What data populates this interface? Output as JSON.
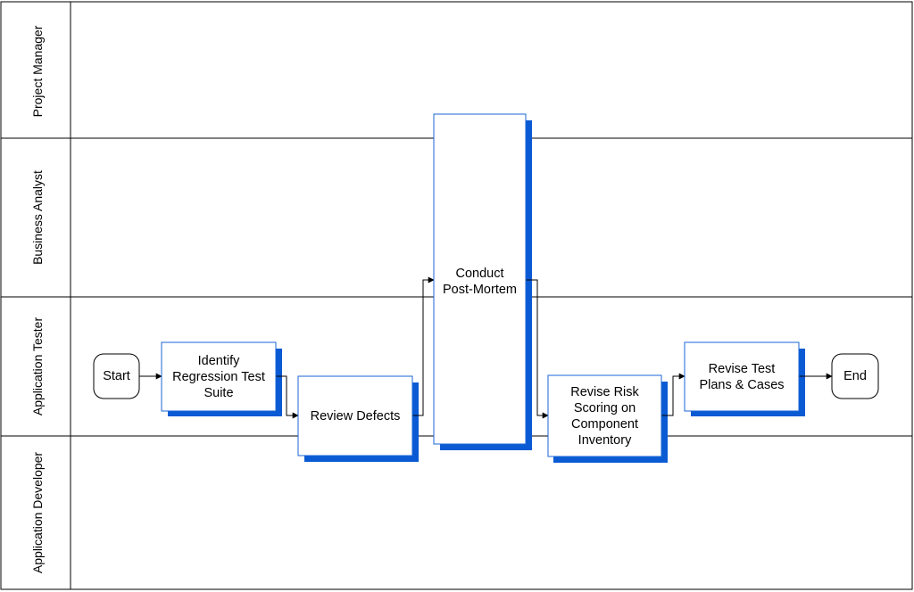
{
  "lanes": {
    "project_manager": "Project Manager",
    "business_analyst": "Business Analyst",
    "application_tester": "Application Tester",
    "application_developer": "Application Developer"
  },
  "nodes": {
    "start": "Start",
    "identify_line1": "Identify",
    "identify_line2": "Regression Test",
    "identify_line3": "Suite",
    "review_defects": "Review Defects",
    "conduct_line1": "Conduct",
    "conduct_line2": "Post-Mortem",
    "revise_risk_line1": "Revise Risk",
    "revise_risk_line2": "Scoring on",
    "revise_risk_line3": "Component",
    "revise_risk_line4": "Inventory",
    "revise_test_line1": "Revise Test",
    "revise_test_line2": "Plans & Cases",
    "end": "End"
  },
  "colors": {
    "box_border": "#1a66d6",
    "shadow": "#0a5ad4",
    "line": "#000000"
  }
}
